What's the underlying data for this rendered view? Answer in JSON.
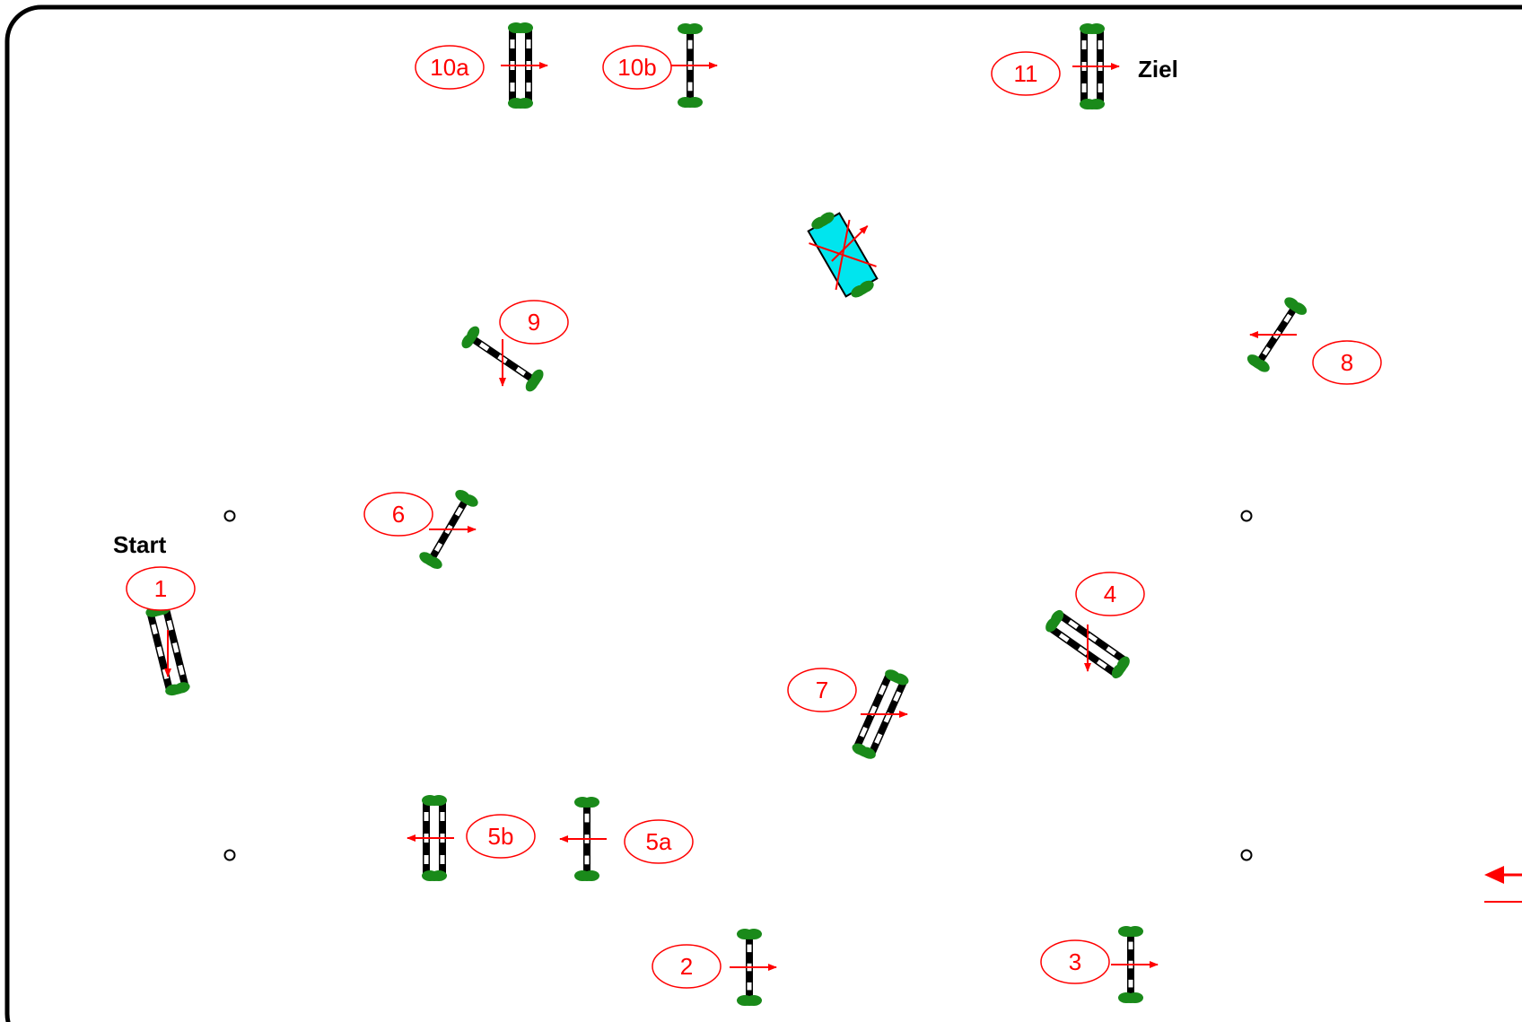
{
  "colors": {
    "fence_black": "#000000",
    "fence_white": "#ffffff",
    "standard_green": "#1a8a1a",
    "arrow_red": "#ff0000",
    "water_cyan": "#00e5ee",
    "arena_border": "#000000"
  },
  "labels": {
    "start": "Start",
    "finish": "Ziel"
  },
  "obstacles": [
    {
      "number": "1",
      "kind": "oxer",
      "direction": "down"
    },
    {
      "number": "2",
      "kind": "vertical",
      "direction": "right"
    },
    {
      "number": "3",
      "kind": "vertical",
      "direction": "right"
    },
    {
      "number": "4",
      "kind": "oxer",
      "direction": "down"
    },
    {
      "number": "5a",
      "kind": "vertical",
      "direction": "left"
    },
    {
      "number": "5b",
      "kind": "oxer",
      "direction": "left"
    },
    {
      "number": "6",
      "kind": "vertical",
      "direction": "right"
    },
    {
      "number": "7",
      "kind": "oxer",
      "direction": "right"
    },
    {
      "number": "8",
      "kind": "vertical",
      "direction": "left"
    },
    {
      "number": "9",
      "kind": "vertical",
      "direction": "down"
    },
    {
      "number": "10a",
      "kind": "oxer",
      "direction": "right"
    },
    {
      "number": "10b",
      "kind": "vertical",
      "direction": "right"
    },
    {
      "number": "11",
      "kind": "oxer",
      "direction": "right"
    }
  ],
  "extra_obstacles": [
    {
      "kind": "water-jump",
      "crossed_out": true
    }
  ],
  "markers": [
    "arena-marker",
    "arena-marker",
    "arena-marker",
    "arena-marker"
  ]
}
